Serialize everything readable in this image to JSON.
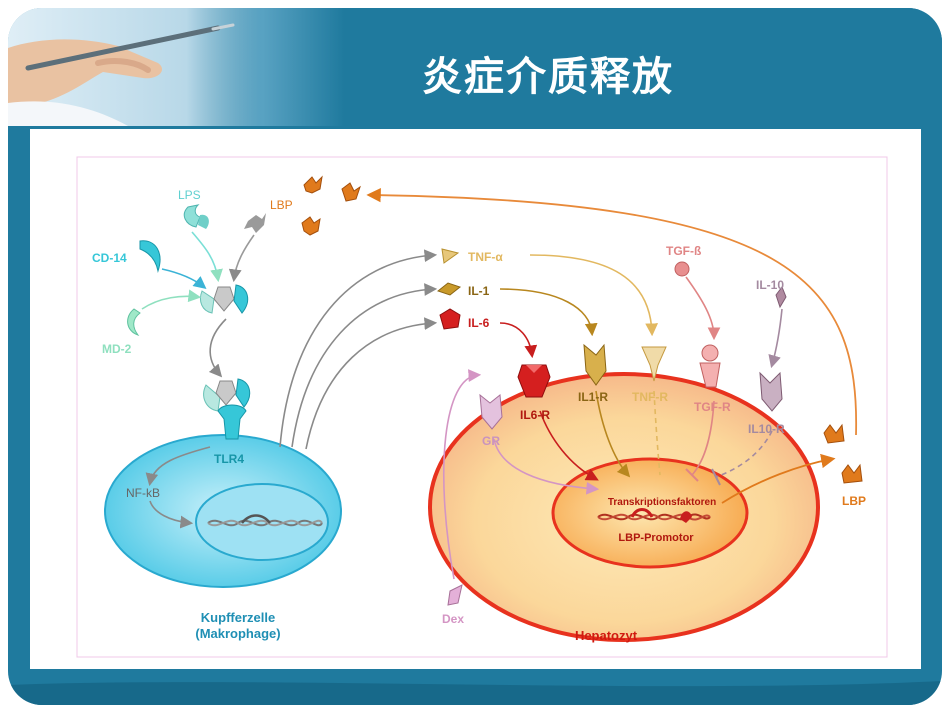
{
  "slide": {
    "title": "炎症介质释放"
  },
  "diagram": {
    "labels": {
      "lps": "LPS",
      "lbp_top": "LBP",
      "cd14": "CD-14",
      "md2": "MD-2",
      "tlr4": "TLR4",
      "nfkb": "NF-kB",
      "kupffer_line1": "Kupfferzelle",
      "kupffer_line2": "(Makrophage)",
      "tnf": "TNF-α",
      "il1": "IL-1",
      "il6": "IL-6",
      "tgf": "TGF-ß",
      "il10": "IL-10",
      "il6r": "IL6-R",
      "il1r": "IL1-R",
      "tnfr": "TNF-R",
      "tgfr": "TGF-R",
      "il10r": "IL10-R",
      "gr": "GR",
      "dex": "Dex",
      "transkription": "Transkriptionsfaktoren",
      "promotor": "LBP-Promotor",
      "lbp_right": "LBP",
      "hepatozyt": "Hepatozyt"
    },
    "colors": {
      "frame_teal": "#1f7a9e",
      "kupffer_cyan": "#4fc9e6",
      "hepatocyte_red": "#e8321e",
      "lbp_orange": "#e07a1c",
      "il6_red": "#d51f1f",
      "il1_gold": "#c99a2a",
      "tnf_light": "#e7c77a",
      "tgf_pink": "#e58a8a",
      "il10_mauve": "#b08aa0",
      "dex_pink": "#d79ac8"
    }
  }
}
